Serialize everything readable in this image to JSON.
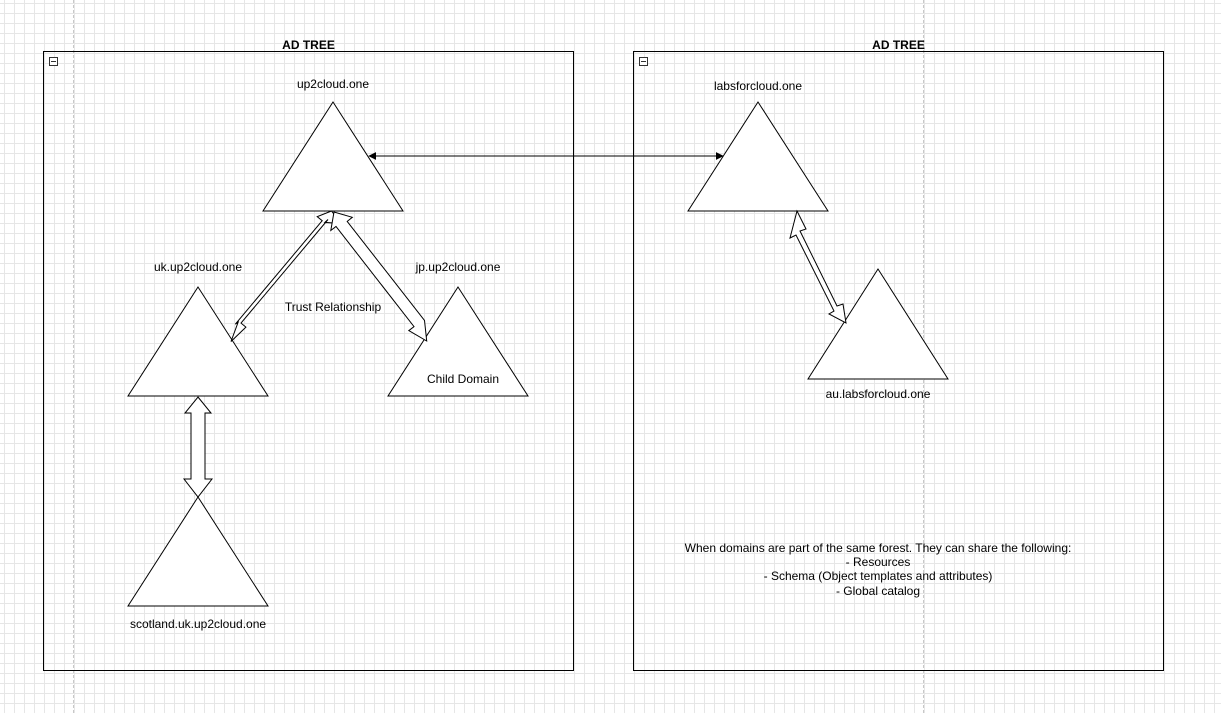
{
  "left_tree": {
    "title": "AD TREE",
    "root_domain": "up2cloud.one",
    "child_uk": "uk.up2cloud.one",
    "child_jp": "jp.up2cloud.one",
    "grandchild_scotland": "scotland.uk.up2cloud.one",
    "trust_label": "Trust Relationship",
    "child_domain_label": "Child Domain"
  },
  "right_tree": {
    "title": "AD TREE",
    "root_domain": "labsforcloud.one",
    "child_au": "au.labsforcloud.one",
    "note": {
      "heading": "When domains are part of the same forest. They can share the following:",
      "items": [
        "- Resources",
        "- Schema (Object templates and attributes)",
        "- Global catalog"
      ]
    }
  },
  "colors": {
    "grid": "#e6e6e6",
    "stroke": "#000000",
    "fill": "#ffffff"
  }
}
